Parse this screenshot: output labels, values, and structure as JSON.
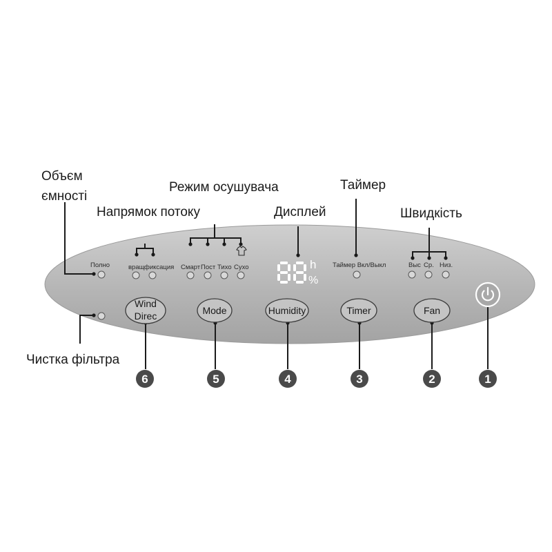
{
  "callouts": {
    "tank_full": "Объєм\nємності",
    "dry_mode": "Режим осушувача",
    "timer": "Таймер",
    "air_direction": "Напрямок потоку",
    "display": "Дисплей",
    "speed": "Швидкість",
    "filter_clean": "Чистка фільтра"
  },
  "indicators": {
    "full": "Полно",
    "swing": "вращ",
    "fixed": "фиксация",
    "smart": "Смарт",
    "continuous": "Пост",
    "quiet": "Тихо",
    "dry": "Сухо",
    "timer_onoff": "Таймер Вкл/Выкл",
    "high": "Выс",
    "medium": "Ср.",
    "low": "Низ."
  },
  "display": {
    "digits": "88",
    "unit_hours": "h",
    "unit_percent": "%"
  },
  "buttons": {
    "wind_line1": "Wind",
    "wind_line2": "Direc",
    "mode": "Mode",
    "humidity": "Humidity",
    "timer": "Timer",
    "fan": "Fan"
  },
  "badges": {
    "power": "1",
    "fan": "2",
    "timer": "3",
    "humidity": "4",
    "mode": "5",
    "wind": "6"
  },
  "colors": {
    "panel": "#b3b3b3",
    "badge": "#4a4a4a",
    "display_text": "#ffffff"
  },
  "icons": {
    "power": "power-icon",
    "dry": "shirt-icon"
  }
}
